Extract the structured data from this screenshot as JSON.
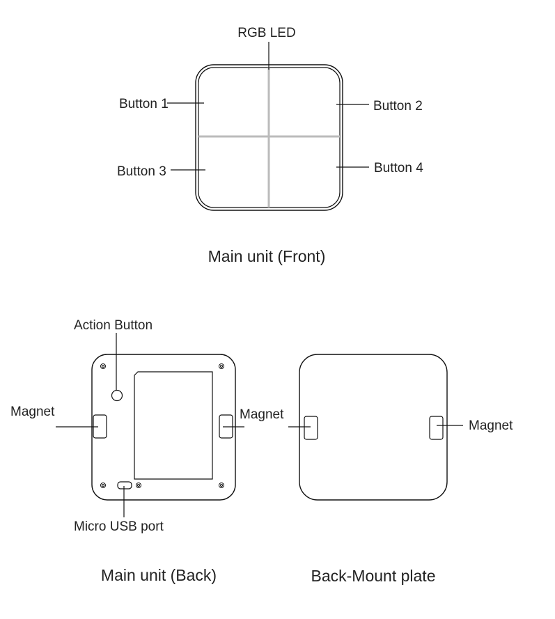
{
  "front": {
    "rgb_led": "RGB LED",
    "button_1": "Button 1",
    "button_2": "Button 2",
    "button_3": "Button 3",
    "button_4": "Button 4",
    "caption": "Main unit (Front)"
  },
  "back": {
    "action_button": "Action Button",
    "magnet_left": "Magnet",
    "magnet_right": "Magnet",
    "usb": "Micro USB port",
    "caption": "Main unit (Back)"
  },
  "plate": {
    "magnet": "Magnet",
    "caption": "Back-Mount plate"
  }
}
